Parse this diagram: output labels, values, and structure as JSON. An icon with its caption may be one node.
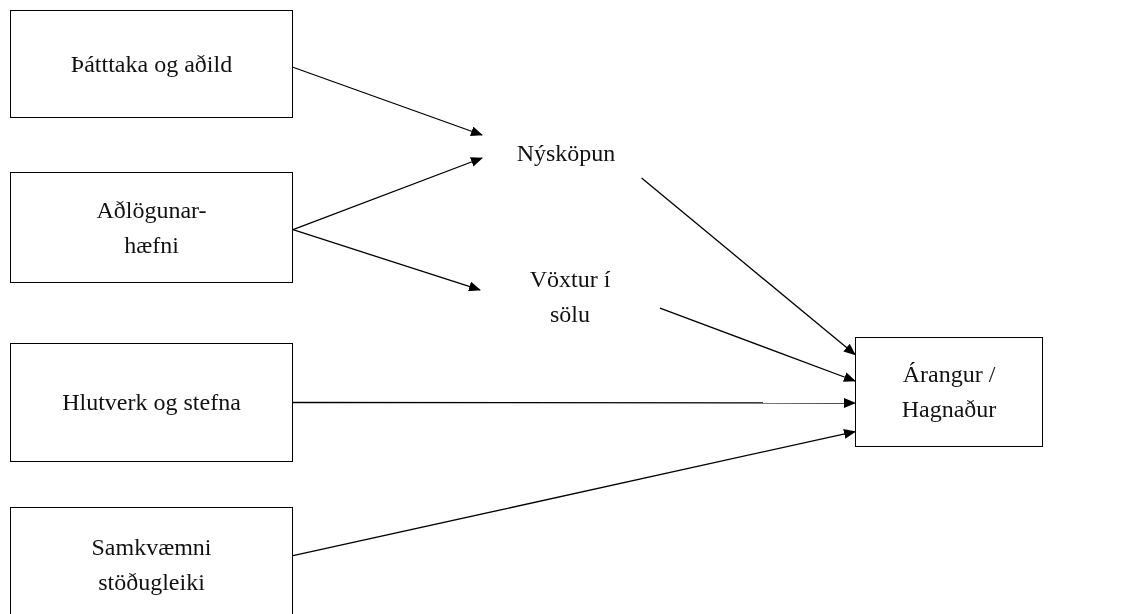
{
  "diagram": {
    "nodes": [
      {
        "text": [
          "Þátttaka og aðild"
        ]
      },
      {
        "text": [
          "Aðlögunar- hæfni"
        ]
      },
      {
        "text": [
          "Hlutverk og stefna"
        ]
      },
      {
        "text": [
          "Samkvæmni stöðugleiki"
        ]
      },
      {
        "text": [
          "Nýsköpun"
        ]
      },
      {
        "text": [
          "Vöxtur í sölu"
        ]
      },
      {
        "text": [
          "Árangur / Hagnaður"
        ]
      }
    ],
    "edges": [
      {
        "from": 0,
        "to": 4,
        "arrow": "to"
      },
      {
        "from": 1,
        "to": 4,
        "arrow": "to"
      },
      {
        "from": 1,
        "to": 5,
        "arrow": "to"
      },
      {
        "from": 4,
        "to": 6,
        "arrow": "to"
      },
      {
        "from": 5,
        "to": 6,
        "arrow": "to"
      },
      {
        "from": 2,
        "to": 6,
        "arrow": "to"
      },
      {
        "from": 3,
        "to": 6,
        "arrow": "to"
      }
    ]
  }
}
